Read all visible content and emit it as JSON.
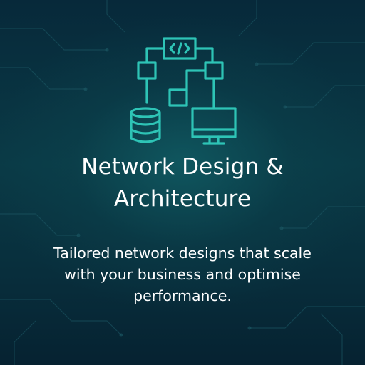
{
  "card": {
    "icon": "network-architecture-icon",
    "title_line1": "Network Design &",
    "title_line2": "Architecture",
    "desc_line1": "Tailored network designs that scale",
    "desc_line2": "with your business and optimise",
    "desc_line3": "performance.",
    "accent_color": "#2ec4b6",
    "text_color": "#ffffff",
    "background_color": "#0a3a46"
  }
}
